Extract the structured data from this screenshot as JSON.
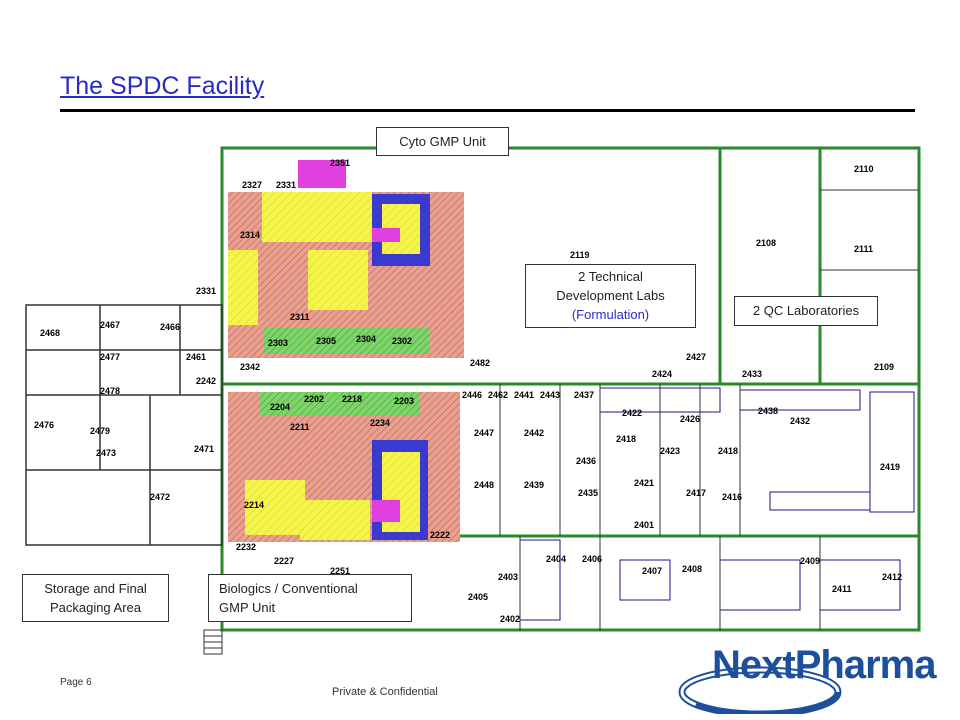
{
  "title": "The SPDC Facility",
  "callouts": {
    "cyto": "Cyto GMP Unit",
    "tech_line1": "2 Technical",
    "tech_line2": "Development Labs",
    "tech_line3": "(Formulation)",
    "qc": "2 QC Laboratories",
    "storage_line1": "Storage and Final",
    "storage_line2": "Packaging Area",
    "bio_line1": "Biologics / Conventional",
    "bio_line2": "GMP Unit"
  },
  "footer": {
    "page": "Page 6",
    "confidential": "Private & Confidential"
  },
  "logo": {
    "part1": "Next",
    "part2": "Pharma"
  },
  "colors": {
    "title": "#2a2ac8",
    "wall": "#2a8a2a",
    "salmon": "#e8a090",
    "yellow": "#f4f44a",
    "green": "#7ed36a",
    "magenta": "#e040e0",
    "blue": "#3a3ad0",
    "logo": "#1d4f9c"
  },
  "rooms": [
    "2351",
    "2327",
    "2331",
    "2314",
    "2311",
    "2303",
    "2305",
    "2304",
    "2302",
    "2342",
    "2331",
    "2468",
    "2467",
    "2466",
    "2477",
    "2461",
    "2478",
    "2476",
    "2479",
    "2473",
    "2471",
    "2472",
    "2242",
    "2204",
    "2202",
    "2218",
    "2203",
    "2211",
    "2234",
    "2214",
    "2232",
    "2227",
    "2251",
    "2222",
    "2119",
    "2108",
    "2110",
    "2111",
    "2109",
    "2482",
    "2427",
    "2424",
    "2433",
    "2446",
    "2462",
    "2441",
    "2443",
    "2437",
    "2447",
    "2442",
    "2422",
    "2426",
    "2438",
    "2432",
    "2448",
    "2439",
    "2436",
    "2418",
    "2421",
    "2423",
    "2418",
    "2417",
    "2416",
    "2419",
    "2435",
    "2401",
    "2404",
    "2406",
    "2403",
    "2407",
    "2408",
    "2409",
    "2411",
    "2412",
    "2405",
    "2402"
  ]
}
